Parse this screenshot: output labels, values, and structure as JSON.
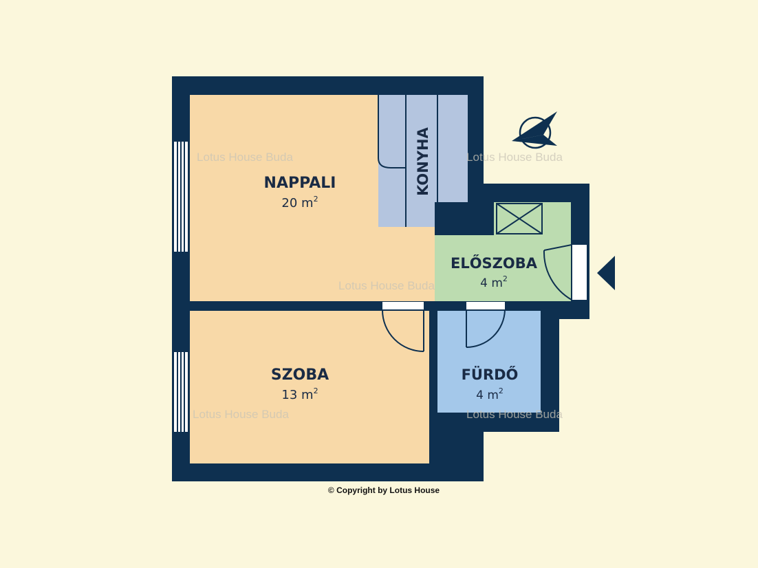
{
  "colors": {
    "wall": "#0e3050",
    "background": "#fbf7dc",
    "living_room": "#f8d9a8",
    "kitchen": "#b4c5df",
    "hall": "#bcdcb0",
    "bathroom": "#a4c8ea"
  },
  "rooms": {
    "nappali": {
      "name": "NAPPALI",
      "area_value": "20 m",
      "area_sup": "2"
    },
    "konyha": {
      "name": "KONYHA"
    },
    "eloszoba": {
      "name": "ELŐSZOBA",
      "area_value": "4 m",
      "area_sup": "2"
    },
    "szoba": {
      "name": "SZOBA",
      "area_value": "13 m",
      "area_sup": "2"
    },
    "furdo": {
      "name": "FÜRDŐ",
      "area_value": "4 m",
      "area_sup": "2"
    }
  },
  "watermark": "Lotus House Buda",
  "copyright": "© Copyright by Lotus House",
  "icons": {
    "compass": "compass-icon",
    "entrance": "entrance-arrow-icon"
  }
}
